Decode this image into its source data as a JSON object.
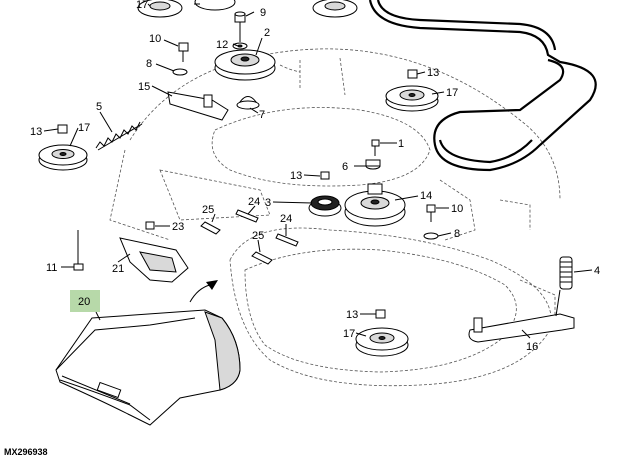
{
  "callouts": {
    "c1": "1",
    "c2": "2",
    "c3": "3",
    "c4": "4",
    "c5": "5",
    "c6": "6",
    "c7": "7",
    "c8": "8",
    "c9": "9",
    "c10": "10",
    "c11": "11",
    "c12": "12",
    "c13": "13",
    "c14": "14",
    "c15": "15",
    "c16": "16",
    "c17": "17",
    "c20": "20",
    "c21": "21",
    "c23": "23",
    "c24": "24",
    "c25": "25"
  },
  "highlight_color": "#b7d9a9",
  "figure_id": "MX296938"
}
